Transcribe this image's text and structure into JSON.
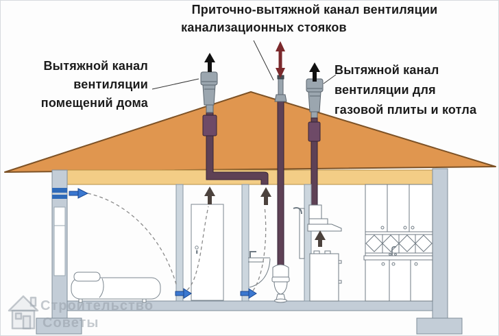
{
  "diagram": {
    "title_top": {
      "line1": "Приточно-вытяжной канал вентиляции",
      "line2": "канализационных стояков"
    },
    "label_left": {
      "line1": "Вытяжной канал",
      "line2": "вентиляции",
      "line3": "помещений дома"
    },
    "label_right": {
      "line1": "Вытяжной канал",
      "line2": "вентиляции для",
      "line3": "газовой плиты и котла"
    }
  },
  "watermark": {
    "line1": "Строительство",
    "line2": "Советы"
  },
  "colors": {
    "roof": "#e0964f",
    "roof_outline": "#7d5226",
    "ceiling_band": "#f3cd86",
    "structure": "#c3cdd7",
    "structure_outline": "#7f8d99",
    "pipe": "#5e4155",
    "pipe_coupling": "#6e4a67",
    "vent_cap": "#9ba6af",
    "arrow_black": "#111111",
    "arrow_maroon": "#7b292c",
    "arrow_dark_interior": "#4c423d",
    "arrow_blue": "#3b78d0",
    "flow_dash": "#8a8a8a"
  }
}
